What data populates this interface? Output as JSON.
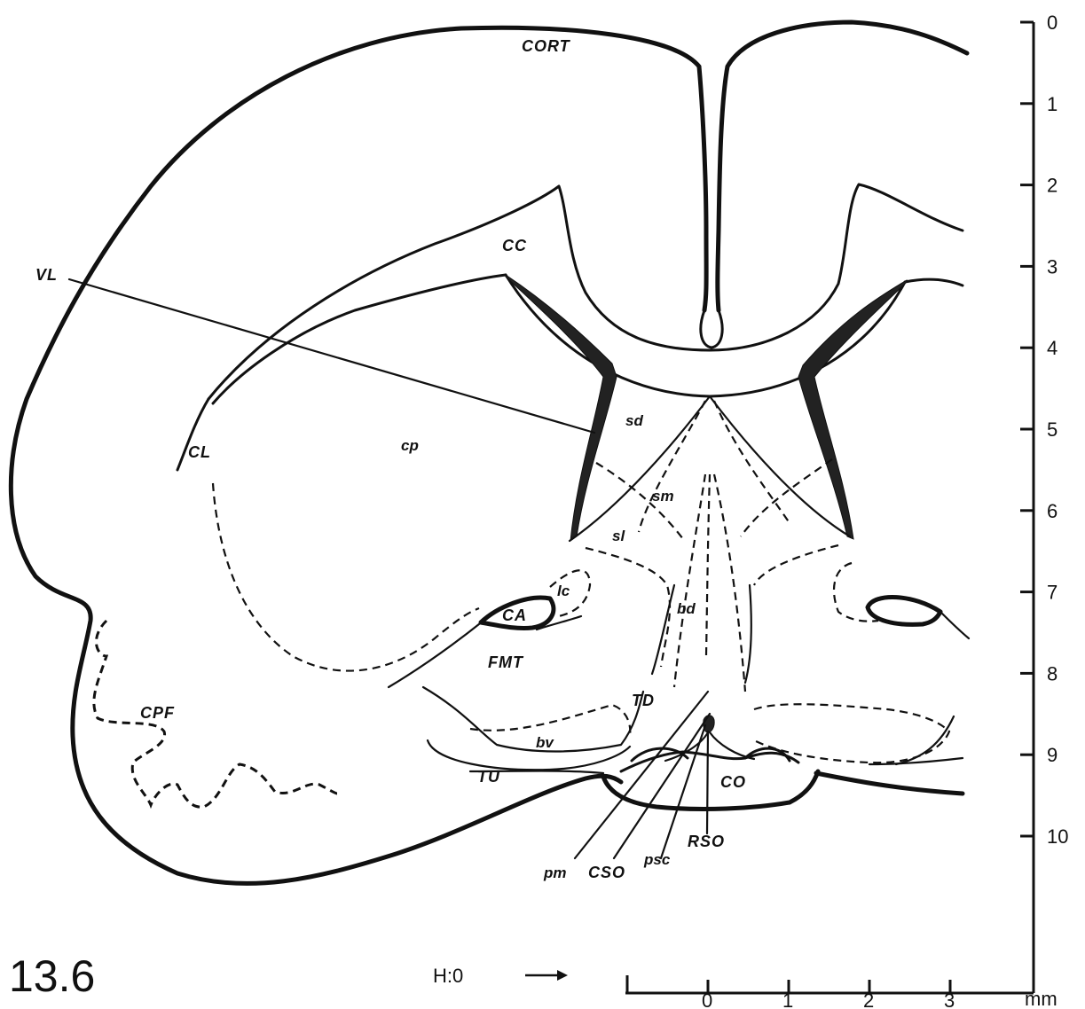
{
  "figure": {
    "number": "13.6",
    "horizontal_reference": "H:0",
    "arrow": "→",
    "scale_unit": "mm"
  },
  "vertical_scale": {
    "ticks": [
      "0",
      "1",
      "2",
      "3",
      "4",
      "5",
      "6",
      "7",
      "8",
      "9",
      "10"
    ]
  },
  "horizontal_scale": {
    "ticks": [
      "0",
      "1",
      "2",
      "3"
    ]
  },
  "structure_labels": {
    "cort": "CORT",
    "cc": "CC",
    "vl": "VL",
    "cl": "CL",
    "cp": "cp",
    "sd": "sd",
    "sm": "sm",
    "sl": "sl",
    "lc": "lc",
    "ca": "CA",
    "bd": "bd",
    "fmt": "FMT",
    "cpf": "CPF",
    "td": "TD",
    "bv": "bv",
    "tu": "TU",
    "co": "CO",
    "pm": "pm",
    "cso": "CSO",
    "psc": "psc",
    "rso": "RSO"
  }
}
